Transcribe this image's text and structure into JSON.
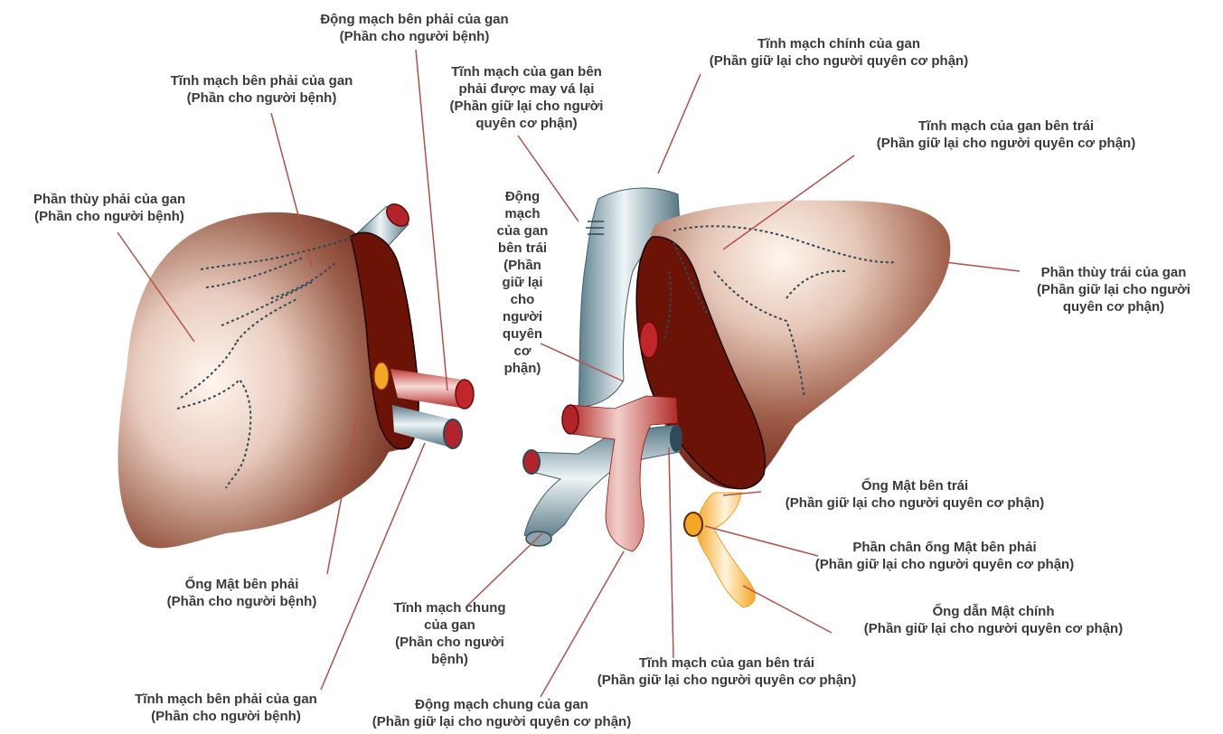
{
  "colors": {
    "liver_light": "#fff4ec",
    "liver_mid": "#b07a64",
    "liver_dark": "#5a0f06",
    "liver_cut": "#6e1508",
    "vein_blue": "#6d8d99",
    "vein_light": "#e8f0f3",
    "artery_red": "#c03030",
    "duct_orange": "#f5a623",
    "leader_line": "#b0514a",
    "text": "#3a3a3a"
  },
  "labels": [
    {
      "name": "label-right-hepatic-artery",
      "lines": [
        "Động mạch bên phải của gan",
        "(Phần cho người bệnh)"
      ]
    },
    {
      "name": "label-right-hepatic-vein-top",
      "lines": [
        "Tĩnh mạch bên phải của gan",
        "(Phần cho người bệnh)"
      ]
    },
    {
      "name": "label-repaired-right-hepatic-vein",
      "lines": [
        "Tĩnh mạch của gan bên",
        "phải được may vá lại",
        "(Phần giữ lại cho người",
        "quyên cơ phận)"
      ]
    },
    {
      "name": "label-main-hepatic-vein",
      "lines": [
        "Tĩnh mạch chính của gan",
        "(Phần giữ lại cho người quyên cơ phận)"
      ]
    },
    {
      "name": "label-left-hepatic-vein-top",
      "lines": [
        "Tĩnh mạch của gan bên trái",
        "(Phần giữ lại cho người quyên cơ phận)"
      ]
    },
    {
      "name": "label-right-lobe",
      "lines": [
        "Phần thùy phải của gan",
        "(Phần cho người bệnh)"
      ]
    },
    {
      "name": "label-left-hepatic-artery",
      "lines": [
        "Động",
        "mạch",
        "của gan",
        "bên trái",
        "(Phần",
        "giữ lại",
        "cho",
        "người",
        "quyên",
        "cơ",
        "phận)"
      ]
    },
    {
      "name": "label-left-lobe",
      "lines": [
        "Phần thùy trái của gan",
        "(Phần giữ lại cho người",
        "quyên cơ phận)"
      ]
    },
    {
      "name": "label-left-bile-duct",
      "lines": [
        "Ống Mật bên trái",
        "(Phần giữ lại cho người quyên cơ phận)"
      ]
    },
    {
      "name": "label-right-bile-duct-stump",
      "lines": [
        "Phần chân ống Mật bên phải",
        "(Phần giữ lại cho người quyên cơ phận)"
      ]
    },
    {
      "name": "label-right-bile-duct",
      "lines": [
        "Ống Mật bên phải",
        "(Phần cho người bệnh)"
      ]
    },
    {
      "name": "label-common-bile-duct",
      "lines": [
        "Ống dẫn Mật chính",
        "(Phần giữ lại cho người quyên cơ phận)"
      ]
    },
    {
      "name": "label-portal-vein",
      "lines": [
        "Tĩnh mạch chung",
        "của gan",
        "(Phần cho người",
        "bệnh)"
      ]
    },
    {
      "name": "label-left-portal-vein",
      "lines": [
        "Tĩnh mạch của gan bên trái",
        "(Phần giữ lại cho người quyên cơ phận)"
      ]
    },
    {
      "name": "label-right-hepatic-vein-bottom",
      "lines": [
        "Tĩnh mạch bên phải của gan",
        "(Phần cho người bệnh)"
      ]
    },
    {
      "name": "label-common-hepatic-artery",
      "lines": [
        "Động mạch chung của gan",
        "(Phần giữ lại cho người quyên cơ phận)"
      ]
    }
  ]
}
